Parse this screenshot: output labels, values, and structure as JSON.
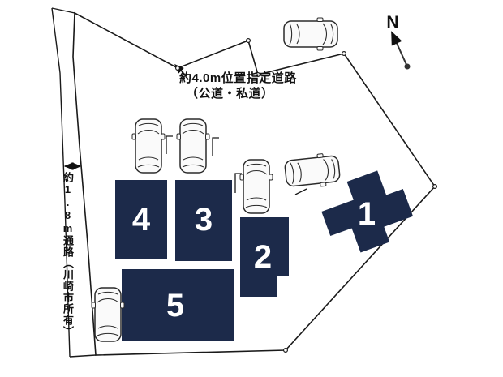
{
  "labels": {
    "road": {
      "line1": "約4.0m位置指定道路",
      "line2": "（公道・私道）"
    },
    "passage": "約1.8m通路（川崎市所有）",
    "compass_n": "N"
  },
  "plots": [
    {
      "number": "1"
    },
    {
      "number": "2"
    },
    {
      "number": "3"
    },
    {
      "number": "4"
    },
    {
      "number": "5"
    }
  ],
  "colors": {
    "building": "#1c2a4a",
    "line": "#1a1a1a",
    "car": "#fafafa"
  }
}
